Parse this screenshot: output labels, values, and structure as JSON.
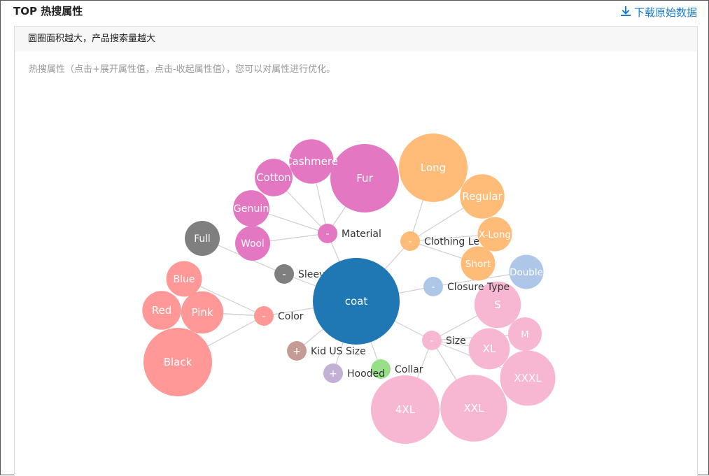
{
  "header": {
    "title": "TOP 热搜属性",
    "download_label": "下载原始数据"
  },
  "panel": {
    "subtitle": "圆圈面积越大，产品搜索量越大",
    "hint": "热搜属性（点击+展开属性值，点击-收起属性值），您可以对属性进行优化。"
  },
  "chart_data": {
    "type": "bubble-tree",
    "root": {
      "name": "coat",
      "color": "#1f77b4"
    },
    "groups": [
      {
        "name": "Material",
        "toggle": "-",
        "color": "#e377c2",
        "children": [
          {
            "name": "Fur",
            "value": 100
          },
          {
            "name": "Cashmere",
            "value": 42
          },
          {
            "name": "Cotton",
            "value": 30
          },
          {
            "name": "Genuin",
            "value": 28
          },
          {
            "name": "Wool",
            "value": 26
          }
        ]
      },
      {
        "name": "Clothing Le",
        "toggle": "-",
        "color": "#ffbb78",
        "children": [
          {
            "name": "Long",
            "value": 100
          },
          {
            "name": "Regular",
            "value": 42
          },
          {
            "name": "X-Long",
            "value": 25
          },
          {
            "name": "Short",
            "value": 25
          }
        ]
      },
      {
        "name": "Closure Type",
        "toggle": "-",
        "color": "#aec7e8",
        "children": [
          {
            "name": "Double",
            "value": 25
          }
        ]
      },
      {
        "name": "Size",
        "toggle": "-",
        "color": "#f7b6d2",
        "children": [
          {
            "name": "S",
            "value": 46
          },
          {
            "name": "M",
            "value": 24
          },
          {
            "name": "XL",
            "value": 36
          },
          {
            "name": "XXXL",
            "value": 65
          },
          {
            "name": "XXL",
            "value": 95
          },
          {
            "name": "4XL",
            "value": 100
          }
        ]
      },
      {
        "name": "Collar",
        "toggle": "",
        "color": "#98df8a",
        "children": []
      },
      {
        "name": "Hooded",
        "toggle": "+",
        "color": "#c5b0d5",
        "children": []
      },
      {
        "name": "Kid US Size",
        "toggle": "+",
        "color": "#c49c94",
        "children": []
      },
      {
        "name": "Color",
        "toggle": "-",
        "color": "#ff9896",
        "children": [
          {
            "name": "Black",
            "value": 100
          },
          {
            "name": "Red",
            "value": 32
          },
          {
            "name": "Pink",
            "value": 38
          },
          {
            "name": "Blue",
            "value": 27
          }
        ]
      },
      {
        "name": "Sleeve Length",
        "toggle": "-",
        "color": "#7f7f7f",
        "children": [
          {
            "name": "Full",
            "value": 26
          }
        ]
      }
    ]
  }
}
